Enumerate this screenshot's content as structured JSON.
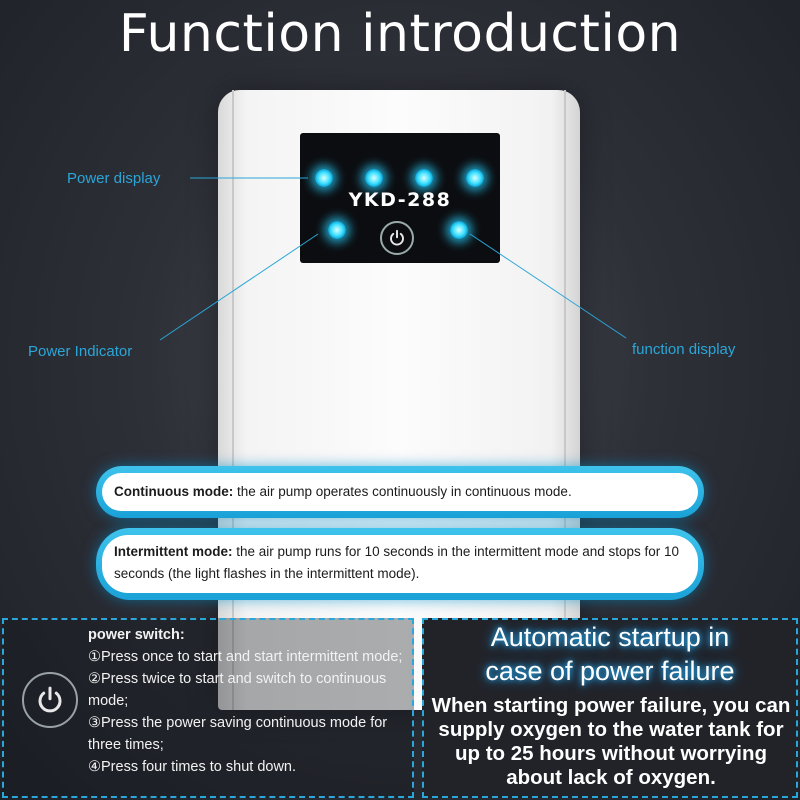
{
  "title": "Function introduction",
  "device": {
    "model": "YKD-288"
  },
  "callouts": {
    "power_display": "Power display",
    "power_indicator": "Power Indicator",
    "function_display": "function display"
  },
  "modes": {
    "continuous_label": "Continuous mode:",
    "continuous_text": " the air pump operates continuously in continuous mode.",
    "intermittent_label": "Intermittent mode:",
    "intermittent_text": " the air pump runs for 10 seconds in the intermittent mode and stops for 10 seconds (the light flashes in the intermittent mode)."
  },
  "power_switch": {
    "heading": "power switch:",
    "items": [
      "①Press once to start and start intermittent mode;",
      "②Press twice to start and switch to continuous mode;",
      "③Press the power saving continuous mode for three times;",
      "④Press four times to shut down."
    ]
  },
  "auto_startup": {
    "title_line1": "Automatic startup in",
    "title_line2": "case of power failure",
    "description": "When starting power failure, you can supply oxygen to the water tank for up to 25 hours without worrying about lack of oxygen."
  },
  "colors": {
    "accent": "#2aa6d8",
    "led": "#3fe0ff",
    "background": "#2e3038"
  },
  "icons": [
    "power-icon"
  ]
}
